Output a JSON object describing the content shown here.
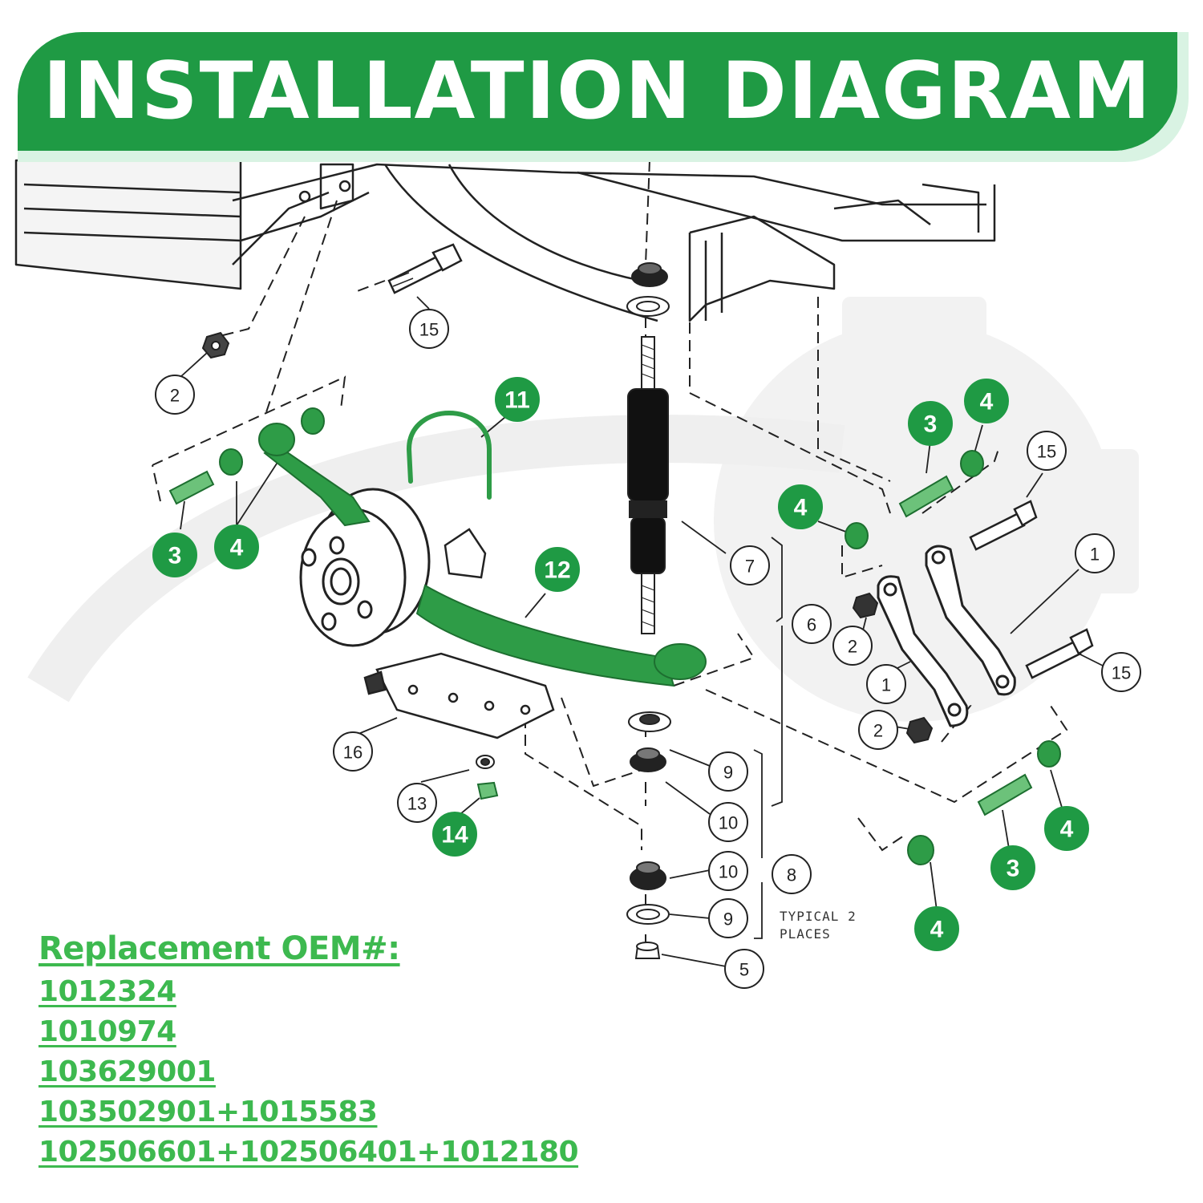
{
  "banner": {
    "title": "INSTALLATION DIAGRAM"
  },
  "colors": {
    "accent": "#1f9a44",
    "accent_light": "#d9f3e3",
    "oem_text": "#3db94f"
  },
  "callouts": [
    {
      "id": "c-15-a",
      "label": "15",
      "highlighted": false
    },
    {
      "id": "c-2-a",
      "label": "2",
      "highlighted": false
    },
    {
      "id": "c-11",
      "label": "11",
      "highlighted": true
    },
    {
      "id": "c-3-a",
      "label": "3",
      "highlighted": true
    },
    {
      "id": "c-4-a",
      "label": "4",
      "highlighted": true
    },
    {
      "id": "c-12",
      "label": "12",
      "highlighted": true
    },
    {
      "id": "c-7",
      "label": "7",
      "highlighted": false
    },
    {
      "id": "c-6",
      "label": "6",
      "highlighted": false
    },
    {
      "id": "c-16",
      "label": "16",
      "highlighted": false
    },
    {
      "id": "c-13",
      "label": "13",
      "highlighted": false
    },
    {
      "id": "c-14",
      "label": "14",
      "highlighted": true
    },
    {
      "id": "c-9-a",
      "label": "9",
      "highlighted": false
    },
    {
      "id": "c-10-a",
      "label": "10",
      "highlighted": false
    },
    {
      "id": "c-10-b",
      "label": "10",
      "highlighted": false
    },
    {
      "id": "c-9-b",
      "label": "9",
      "highlighted": false
    },
    {
      "id": "c-8",
      "label": "8",
      "highlighted": false
    },
    {
      "id": "c-5",
      "label": "5",
      "highlighted": false
    },
    {
      "id": "c-3-b",
      "label": "3",
      "highlighted": true
    },
    {
      "id": "c-4-b",
      "label": "4",
      "highlighted": true
    },
    {
      "id": "c-4-c",
      "label": "4",
      "highlighted": true
    },
    {
      "id": "c-15-b",
      "label": "15",
      "highlighted": false
    },
    {
      "id": "c-1-a",
      "label": "1",
      "highlighted": false
    },
    {
      "id": "c-2-b",
      "label": "2",
      "highlighted": false
    },
    {
      "id": "c-1-b",
      "label": "1",
      "highlighted": false
    },
    {
      "id": "c-2-c",
      "label": "2",
      "highlighted": false
    },
    {
      "id": "c-15-c",
      "label": "15",
      "highlighted": false
    },
    {
      "id": "c-4-d",
      "label": "4",
      "highlighted": true
    },
    {
      "id": "c-3-c",
      "label": "3",
      "highlighted": true
    },
    {
      "id": "c-4-e",
      "label": "4",
      "highlighted": true
    }
  ],
  "note": "TYPICAL 2\nPLACES",
  "oem": {
    "heading": "Replacement OEM#:",
    "numbers": [
      "1012324",
      "1010974",
      "103629001",
      "103502901+1015583",
      "102506601+102506401+1012180"
    ]
  }
}
